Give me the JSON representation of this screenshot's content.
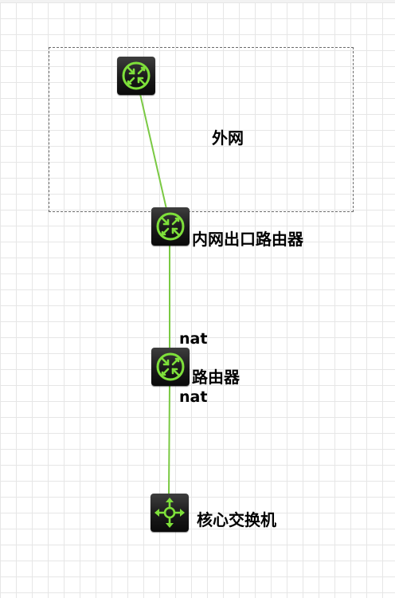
{
  "zone": {
    "label": "外网"
  },
  "devices": [
    {
      "type": "router",
      "label": ""
    },
    {
      "type": "router",
      "label": "内网出口路由器"
    },
    {
      "type": "router",
      "label": "路由器"
    },
    {
      "type": "core-switch",
      "label": "核心交换机"
    }
  ],
  "links": {
    "color": "#7ac943",
    "labels": [
      "nat",
      "nat"
    ]
  },
  "icons": {
    "router": "router-icon",
    "switch": "core-switch-icon"
  }
}
